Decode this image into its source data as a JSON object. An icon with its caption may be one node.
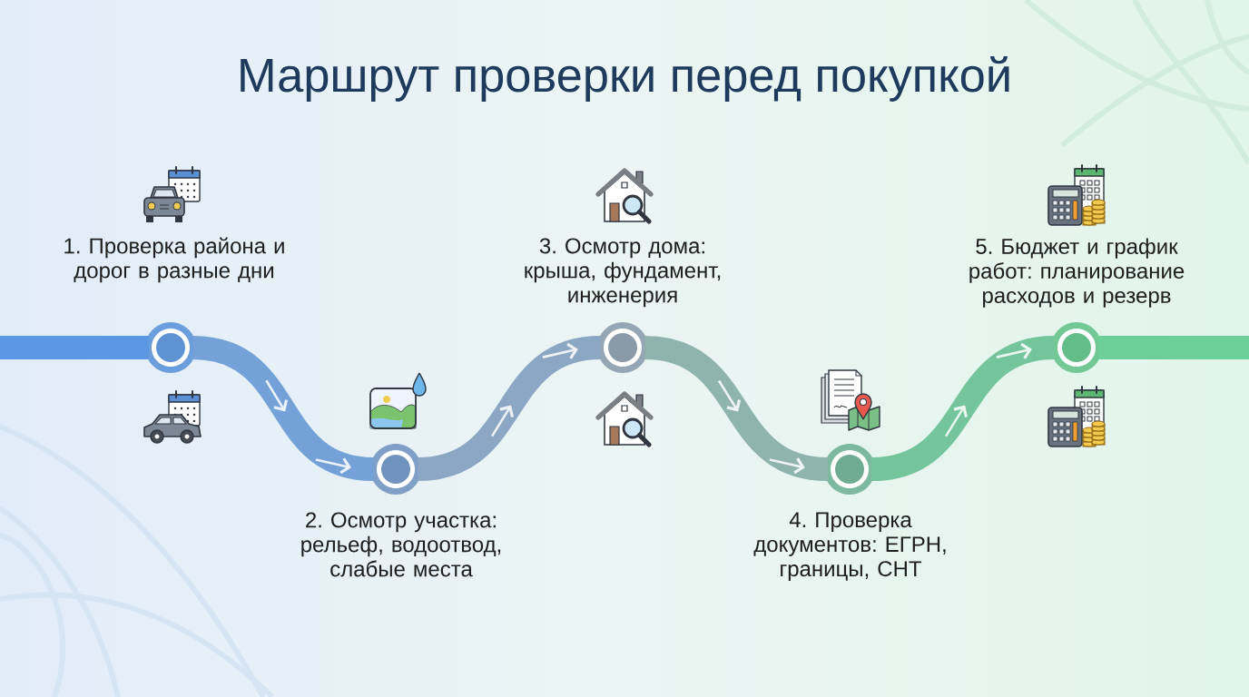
{
  "diagram": {
    "title": "Маршрут проверки перед покупкой",
    "nodes": [
      {
        "text": [],
        "shape": "circle",
        "beside": [
          "1. Проверка района и дорог в разные дни"
        ]
      },
      {
        "text": [],
        "shape": "circle",
        "beside": [
          "2. Осмотр участка: рельеф, водоотвод, слабые места"
        ]
      },
      {
        "text": [],
        "shape": "circle",
        "beside": [
          "3. Осмотр дома: крыша, фундамент, инженерия"
        ]
      },
      {
        "text": [],
        "shape": "circle",
        "beside": [
          "4. Проверка документов: ЕГРН, границы, СНТ"
        ]
      },
      {
        "text": [],
        "shape": "circle",
        "beside": [
          "5. Бюджет и график работ: планирование расходов и резерв"
        ]
      }
    ],
    "edges": [
      {
        "from": null,
        "to": 0,
        "arrow": "none",
        "color": "#5b97e2"
      },
      {
        "from": 0,
        "to": 1,
        "arrow": "to",
        "color": "#74a2d8"
      },
      {
        "from": 1,
        "to": 2,
        "arrow": "to",
        "color": "#8ba7c3"
      },
      {
        "from": 2,
        "to": 3,
        "arrow": "to",
        "color": "#8fb3ad"
      },
      {
        "from": 3,
        "to": 4,
        "arrow": "to",
        "color": "#75c59c"
      },
      {
        "from": 4,
        "to": null,
        "arrow": "none",
        "color": "#6ccf98"
      }
    ]
  }
}
